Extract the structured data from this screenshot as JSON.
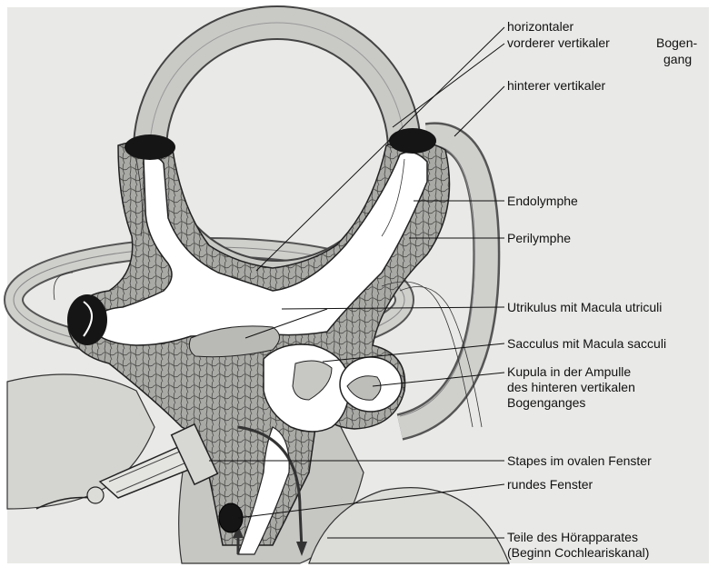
{
  "diagram": {
    "labels": {
      "horizontal": "horizontaler",
      "anterior": "vorderer vertikaler",
      "bogengang_line1": "Bogen-",
      "bogengang_line2": "gang",
      "posterior": "hinterer vertikaler",
      "endolymph": "Endolymphe",
      "perilymph": "Perilymphe",
      "utriculus": "Utrikulus mit Macula utriculi",
      "sacculus": "Sacculus mit Macula sacculi",
      "cupula_line1": "Kupula in der Ampulle",
      "cupula_line2": "des hinteren vertikalen",
      "cupula_line3": "Bogenganges",
      "stapes": "Stapes im ovalen Fenster",
      "round_window": "rundes Fenster",
      "cochlea_line1": "Teile des Hörapparates",
      "cochlea_line2": "(Beginn Cochleariskanal)"
    },
    "colors": {
      "background": "#e9e9e7",
      "perilymph_fill": "#a9a9a6",
      "endolymph_fill": "#ffffff",
      "canal_outer": "#c9c9c6",
      "ampulla_dark": "#151515",
      "line": "#111111"
    }
  }
}
